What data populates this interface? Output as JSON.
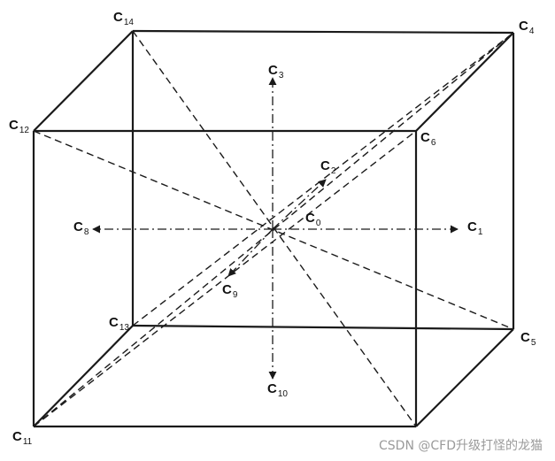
{
  "labels": {
    "c0": {
      "base": "C",
      "sub": "0"
    },
    "c1": {
      "base": "C",
      "sub": "1"
    },
    "c2": {
      "base": "C",
      "sub": "2"
    },
    "c3": {
      "base": "C",
      "sub": "3"
    },
    "c4": {
      "base": "C",
      "sub": "4"
    },
    "c5": {
      "base": "C",
      "sub": "5"
    },
    "c6": {
      "base": "C",
      "sub": "6"
    },
    "c8": {
      "base": "C",
      "sub": "8"
    },
    "c9": {
      "base": "C",
      "sub": "9"
    },
    "c10": {
      "base": "C",
      "sub": "10"
    },
    "c11": {
      "base": "C",
      "sub": "11"
    },
    "c12": {
      "base": "C",
      "sub": "12"
    },
    "c13": {
      "base": "C",
      "sub": "13"
    },
    "c14": {
      "base": "C",
      "sub": "14"
    }
  },
  "watermark": "CSDN @CFD升级打怪的龙猫",
  "colors": {
    "line": "#1a1a1a",
    "label": "#111111",
    "watermark": "#9a9a9a",
    "background": "#ffffff"
  }
}
